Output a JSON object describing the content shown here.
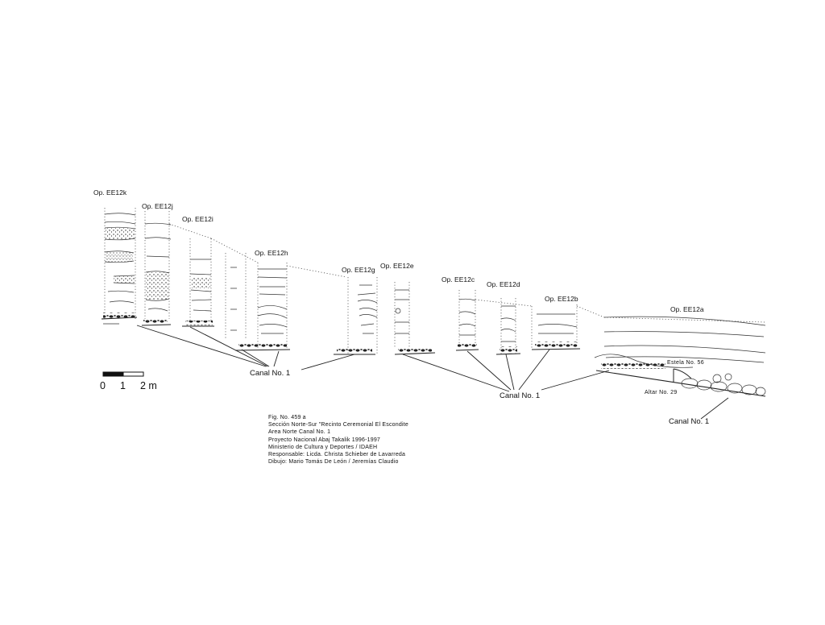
{
  "section": {
    "operations": [
      "Op. EE12k",
      "Op. EE12j",
      "Op. EE12i",
      "Op. EE12h",
      "Op. EE12g",
      "Op. EE12e",
      "Op. EE12c",
      "Op. EE12d",
      "Op. EE12b",
      "Op. EE12a"
    ],
    "canal_labels": [
      "Canal No. 1",
      "Canal No. 1",
      "Canal No. 1"
    ],
    "monuments": {
      "estela": "Estela No. 56",
      "altar": "Altar No. 29"
    },
    "scale": {
      "ticks": [
        "0",
        "1",
        "2 m"
      ]
    }
  },
  "caption": {
    "lines": [
      "Fig. No. 459 a",
      "Sección Norte-Sur \"Recinto Ceremonial El Escondite",
      "Area Norte Canal No. 1",
      "Proyecto Nacional Abaj Takalik 1996-1997",
      "Ministerio de Cultura y Deportes / IDAEH",
      "Responsable: Licda. Christa Schieber de Lavarreda",
      "Dibujo: Mario Tomás De León / Jeremías Claudio"
    ]
  }
}
